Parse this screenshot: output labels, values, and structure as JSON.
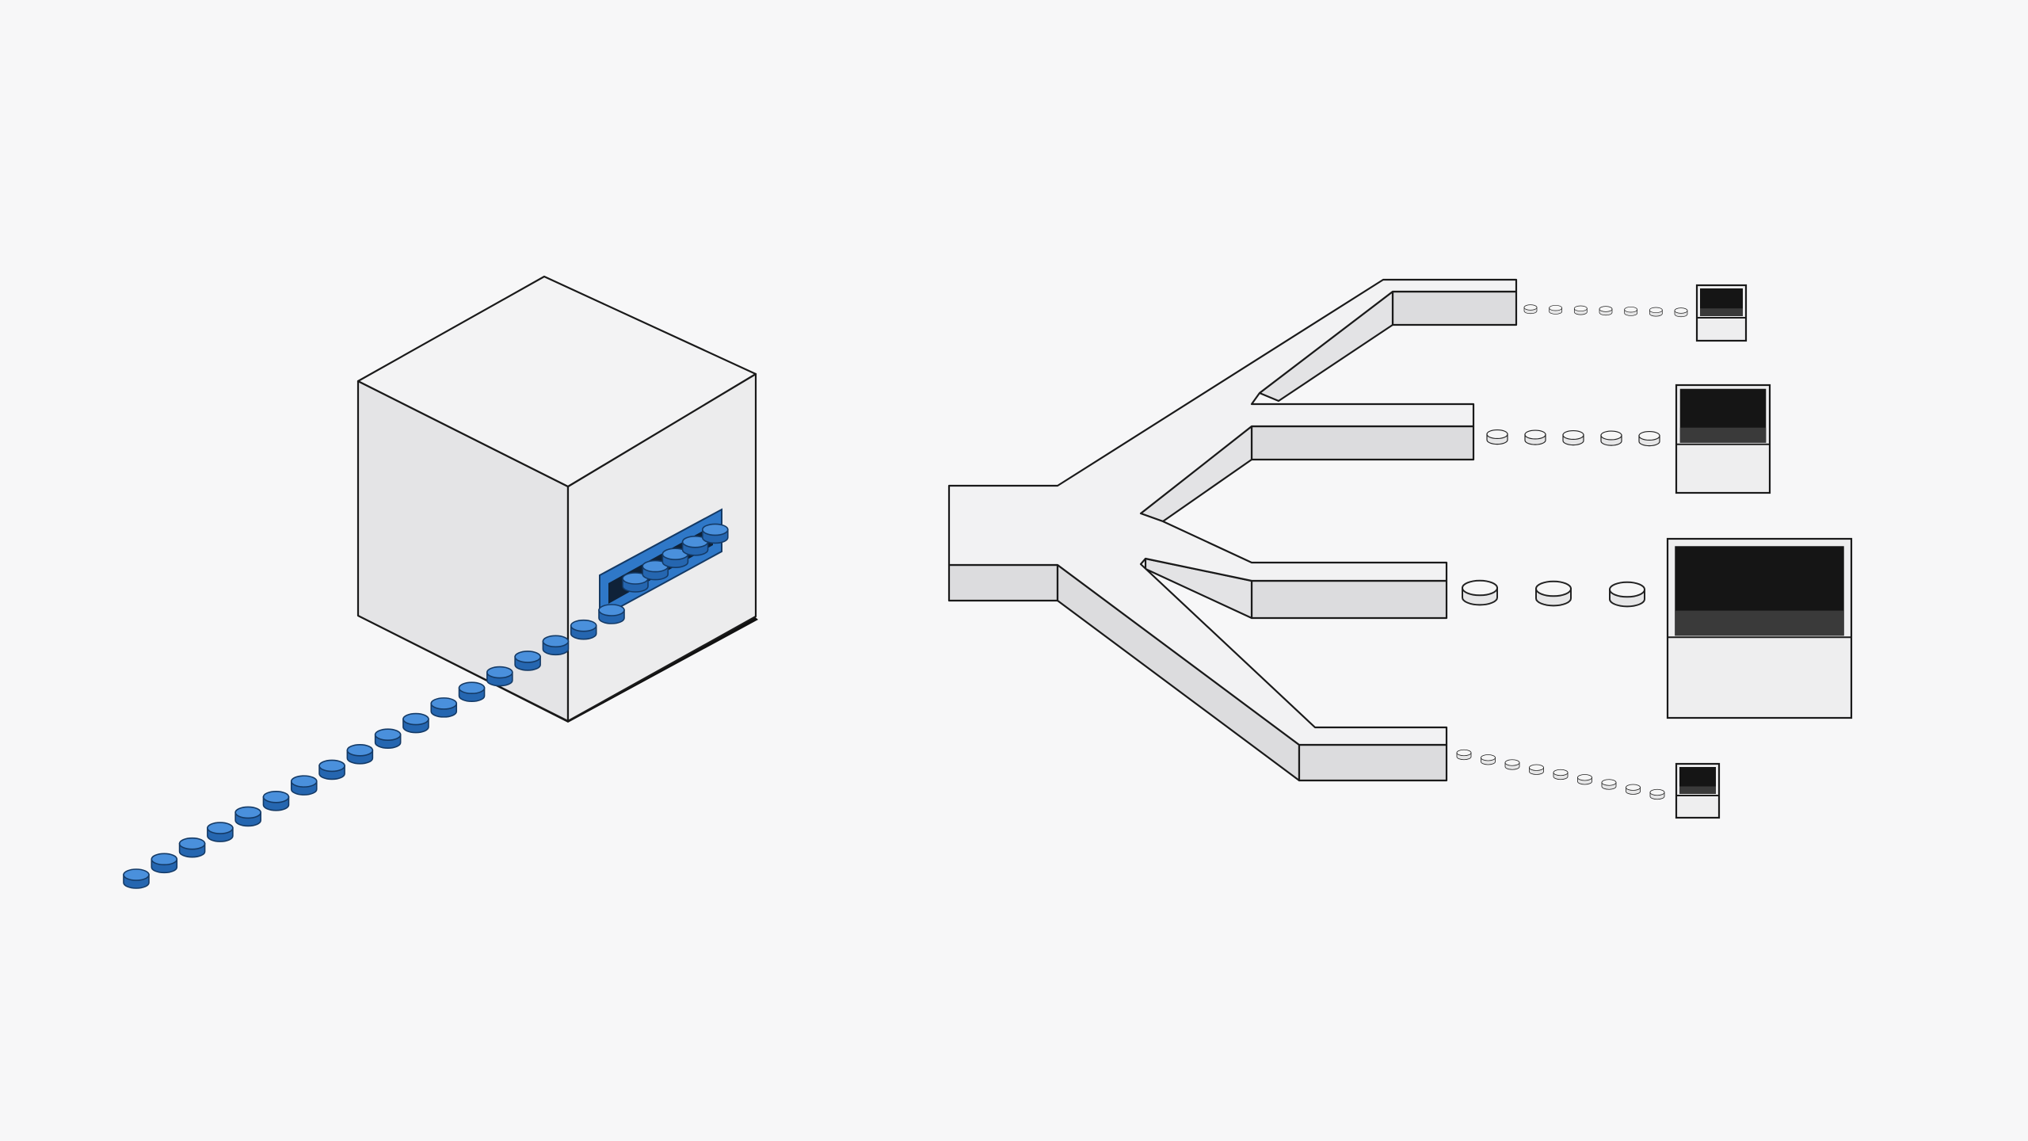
{
  "colors": {
    "background": "#f7f7f8",
    "cube_top": "#f3f3f4",
    "cube_left": "#e4e4e6",
    "cube_right": "#ececed",
    "outline": "#1a1a1a",
    "token_blue": "#2f78c8",
    "token_blue_top": "#4a90dc",
    "token_grey": "#ededed",
    "token_grey_top": "#f6f6f6",
    "channel_top": "#f2f2f3",
    "channel_side": "#dcdcde",
    "bin_inner": "#151515"
  },
  "icons": {
    "input_cube": "cube-block",
    "slot": "slot-tray",
    "splitter": "branching-channel",
    "bins": "open-box"
  },
  "diagram": {
    "blue_tokens_in_stream": 18,
    "blue_tokens_in_slot": 5,
    "branches": [
      {
        "id": "branch-1",
        "token_count": 7,
        "bin_size": "small"
      },
      {
        "id": "branch-2",
        "token_count": 5,
        "bin_size": "medium"
      },
      {
        "id": "branch-3",
        "token_count": 3,
        "bin_size": "large"
      },
      {
        "id": "branch-4",
        "token_count": 9,
        "bin_size": "small"
      }
    ]
  }
}
